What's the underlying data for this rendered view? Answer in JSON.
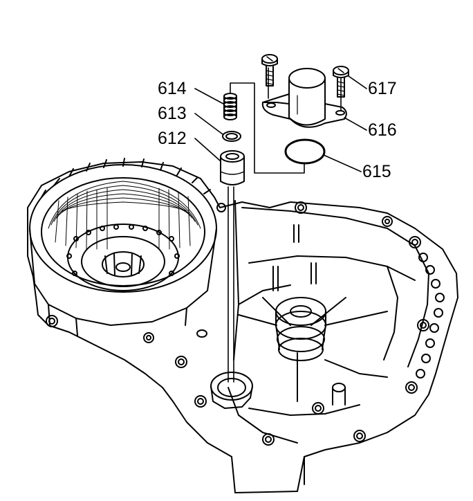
{
  "callouts": {
    "c614": "614",
    "c613": "613",
    "c612": "612",
    "c617": "617",
    "c616": "616",
    "c615": "615"
  },
  "colors": {
    "line": "#000000",
    "background": "#ffffff"
  }
}
